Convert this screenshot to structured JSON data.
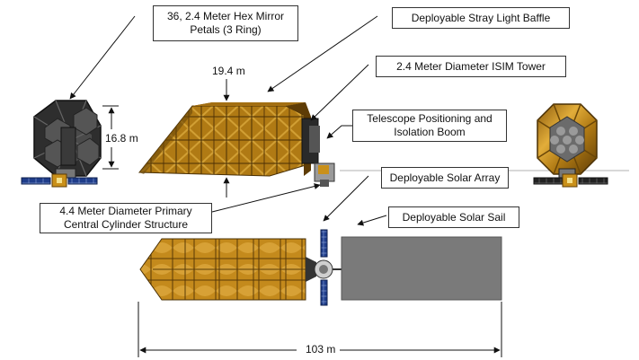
{
  "labels": {
    "hex_mirror_line1": "36, 2.4 Meter Hex Mirror",
    "hex_mirror_line2": "Petals (3 Ring)",
    "stray_light": "Deployable Stray Light Baffle",
    "isim_tower": "2.4 Meter Diameter ISIM Tower",
    "telescope_boom_line1": "Telescope Positioning and",
    "telescope_boom_line2": "Isolation Boom",
    "solar_array": "Deployable Solar Array",
    "primary_cyl_line1": "4.4 Meter Diameter Primary",
    "primary_cyl_line2": "Central Cylinder Structure",
    "solar_sail": "Deployable Solar Sail"
  },
  "dimensions": {
    "width_top": "19.4 m",
    "height_front": "16.8 m",
    "total_length": "103 m"
  },
  "colors": {
    "gold": "#c9901a",
    "gold_dark": "#6b4708",
    "panel_blue": "#1f3d8a",
    "sail_grey": "#7a7a7a",
    "mirror_dark": "#3b3b3b"
  }
}
